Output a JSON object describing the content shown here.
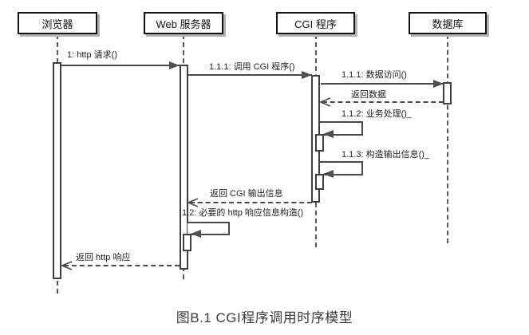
{
  "diagram": {
    "title": "CGI sequence diagram",
    "actors": [
      {
        "label": "浏览器"
      },
      {
        "label": "Web 服务器"
      },
      {
        "label": "CGI 程序"
      },
      {
        "label": "数据库"
      }
    ],
    "messages": [
      {
        "label": "1: http 请求()",
        "type": "call"
      },
      {
        "label": "1.1.1: 调用 CGI 程序()",
        "type": "call"
      },
      {
        "label": "1.1.1: 数据访问()",
        "type": "call"
      },
      {
        "label": "返回数据",
        "type": "return"
      },
      {
        "label": "1.1.2: 业务处理()_",
        "type": "self-call"
      },
      {
        "label": "1.1.3: 构造输出信息()_",
        "type": "self-call"
      },
      {
        "label": "返回 CGI 输出信息",
        "type": "return"
      },
      {
        "label": "1.2: 必要的 http 响应信息构造()",
        "type": "self-call"
      },
      {
        "label": "返回 http 响应",
        "type": "return"
      }
    ],
    "caption": "图B.1 CGI程序调用时序模型",
    "colors": {
      "background": "#ffffff",
      "line": "#4a4a4a",
      "box_border": "#141414",
      "box_shadow": "#b3b3b3",
      "text": "#1f1f1f"
    }
  }
}
